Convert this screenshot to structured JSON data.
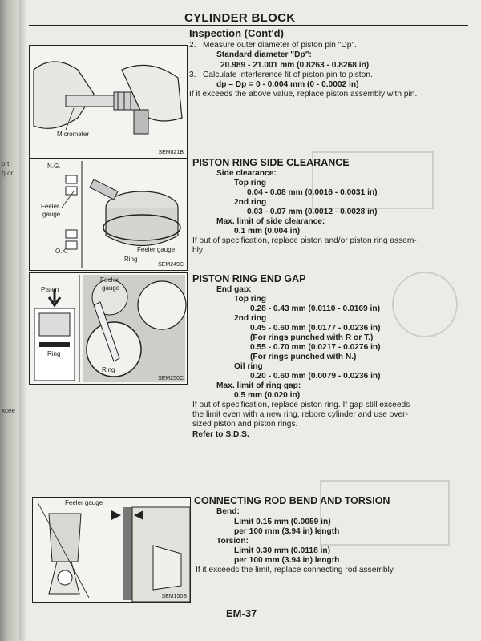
{
  "header": {
    "title": "CYLINDER BLOCK"
  },
  "margin_fragments": [
    "ort.",
    "f) or",
    "xcee"
  ],
  "inspection": {
    "title": "Inspection (Cont'd)",
    "step2": {
      "num": "2.",
      "text": "Measure outer diameter of piston pin \"Dp\".",
      "label": "Standard diameter \"Dp\":",
      "value": "20.989 - 21.001 mm (0.8263 - 0.8268 in)"
    },
    "step3": {
      "num": "3.",
      "text": "Calculate interference fit of piston pin to piston.",
      "formula": "dp – Dp = 0 - 0.004 mm (0 - 0.0002 in)"
    },
    "note": "If it exceeds the above value, replace piston assembly with pin.",
    "figure": {
      "label_micrometer": "Micrometer",
      "code": "SEM821B"
    }
  },
  "side_clearance": {
    "title": "PISTON RING SIDE CLEARANCE",
    "label": "Side clearance:",
    "top_ring": "Top ring",
    "top_value": "0.04 - 0.08 mm (0.0016 - 0.0031 in)",
    "second_ring": "2nd ring",
    "second_value": "0.03 - 0.07 mm (0.0012 - 0.0028 in)",
    "max_label": "Max. limit of side clearance:",
    "max_value": "0.1 mm (0.004 in)",
    "note_line1": "If out of specification, replace piston and/or piston ring assem-",
    "note_line2": "bly.",
    "figure": {
      "ng": "N.G.",
      "feeler": "Feeler",
      "gauge": "gauge",
      "ok": "O.K.",
      "feeler_gauge": "Feeler gauge",
      "ring": "Ring",
      "code": "SEM249C"
    }
  },
  "end_gap": {
    "title": "PISTON RING END GAP",
    "label": "End gap:",
    "top_ring": "Top ring",
    "top_value": "0.28 - 0.43 mm (0.0110 - 0.0169 in)",
    "second_ring": "2nd ring",
    "second_value1": "0.45 - 0.60 mm (0.0177 - 0.0236 in)",
    "second_note1": "(For rings punched with R or T.)",
    "second_value2": "0.55 - 0.70 mm (0.0217 - 0.0276 in)",
    "second_note2": "(For rings punched with N.)",
    "oil_ring": "Oil ring",
    "oil_value": "0.20 - 0.60 mm (0.0079 - 0.0236 in)",
    "max_label": "Max. limit of ring gap:",
    "max_value": "0.5 mm (0.020 in)",
    "note_line1": "If out of specification, replace piston ring. If gap still exceeds",
    "note_line2": "the limit even with a new ring, rebore cylinder and use over-",
    "note_line3": "sized piston and piston rings.",
    "refer": "Refer to S.D.S.",
    "figure": {
      "piston": "Piston",
      "feeler": "Feeler",
      "gauge": "gauge",
      "ring_left": "Ring",
      "ring_right": "Ring",
      "code": "SEM250C"
    }
  },
  "bend_torsion": {
    "title": "CONNECTING ROD BEND AND TORSION",
    "bend_label": "Bend:",
    "bend_limit": "Limit 0.15 mm (0.0059 in)",
    "bend_per": "per 100 mm (3.94 in) length",
    "torsion_label": "Torsion:",
    "torsion_limit": "Limit 0.30 mm (0.0118 in)",
    "torsion_per": "per 100 mm (3.94 in) length",
    "note": "If it exceeds the limit, replace connecting rod assembly.",
    "figure": {
      "feeler_gauge": "Feeler gauge",
      "code": "SEM150B"
    }
  },
  "footer": {
    "page": "EM-37"
  }
}
